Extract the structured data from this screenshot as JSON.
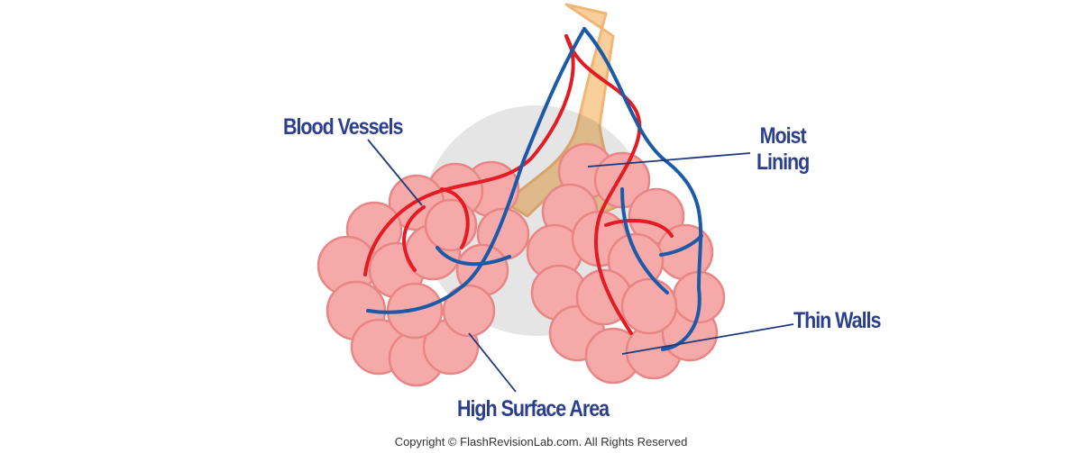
{
  "labels": {
    "blood_vessels": "Blood Vessels",
    "moist_line1": "Moist",
    "moist_line2": "Lining",
    "thin_walls": "Thin Walls",
    "high_surface_area": "High Surface Area"
  },
  "copyright": "Copyright © FlashRevisionLab.com. All Rights Reserved",
  "colors": {
    "label_text": "#2b3f8c",
    "leader_line": "#1f3a7a",
    "bronchiole": "#f8cf9a",
    "alveolus_fill": "#f6a9a9",
    "alveolus_stroke": "#e88585",
    "artery": "#e31b23",
    "vein": "#1c5aa8"
  }
}
